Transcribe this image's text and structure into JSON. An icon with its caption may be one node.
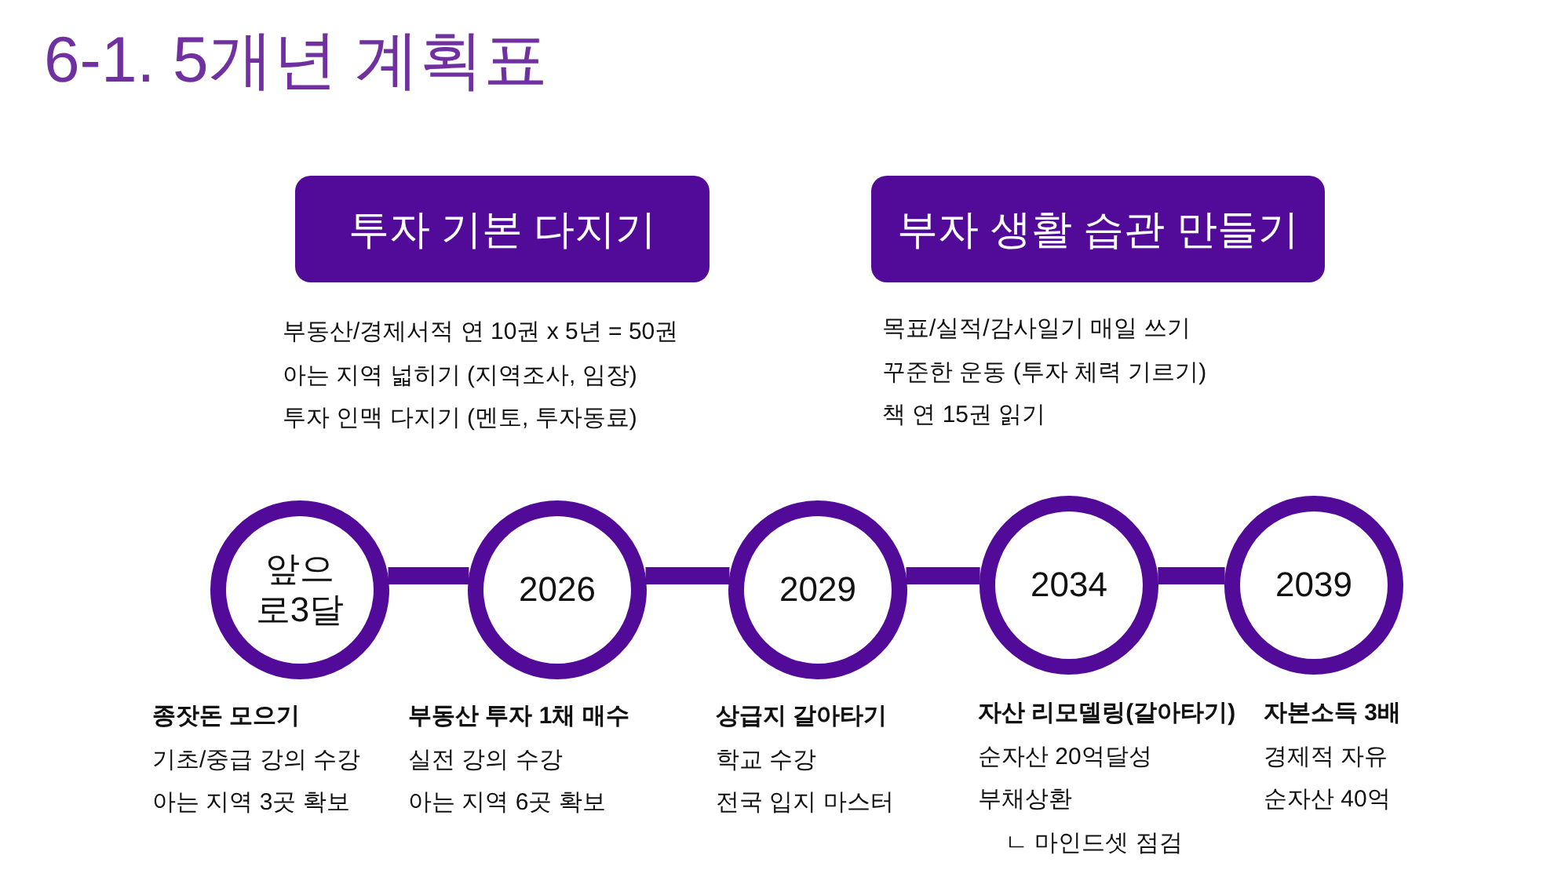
{
  "diagram": {
    "title": "6-1. 5개년 계획표",
    "nodes": [
      {
        "text": [
          "투자 기본 다지기"
        ],
        "beside": [
          "부동산/경제서적 연 10권 x 5년 = 50권",
          "아는 지역 넓히기 (지역조사, 임장)",
          "투자 인맥 다지기 (멘토, 투자동료)"
        ]
      },
      {
        "text": [
          "부자 생활 습관 만들기"
        ],
        "beside": [
          "목표/실적/감사일기 매일 쓰기",
          "꾸준한 운동 (투자 체력 기르기)",
          "책 연 15권 읽기"
        ]
      },
      {
        "text": [
          "앞으로3달"
        ],
        "beside": [
          "종잣돈 모으기",
          "기초/중급 강의 수강",
          "아는 지역 3곳 확보"
        ]
      },
      {
        "text": [
          "2026"
        ],
        "beside": [
          "부동산 투자 1채 매수",
          "실전 강의 수강",
          "아는 지역 6곳 확보"
        ]
      },
      {
        "text": [
          "2029"
        ],
        "beside": [
          "상급지 갈아타기",
          "학교 수강",
          "전국 입지 마스터"
        ]
      },
      {
        "text": [
          "2034"
        ],
        "beside": [
          "자산 리모델링(갈아타기)",
          "순자산 20억달성",
          "부채상환",
          "ㄴ 마인드셋 점검"
        ]
      },
      {
        "text": [
          "2039"
        ],
        "beside": [
          "자본소득 3배",
          "경제적 자유",
          "순자산 40억"
        ]
      }
    ],
    "edges": [
      {
        "from": 2,
        "to": 3,
        "arrow": "none"
      },
      {
        "from": 3,
        "to": 4,
        "arrow": "none"
      },
      {
        "from": 4,
        "to": 5,
        "arrow": "none"
      },
      {
        "from": 5,
        "to": 6,
        "arrow": "none"
      }
    ]
  }
}
